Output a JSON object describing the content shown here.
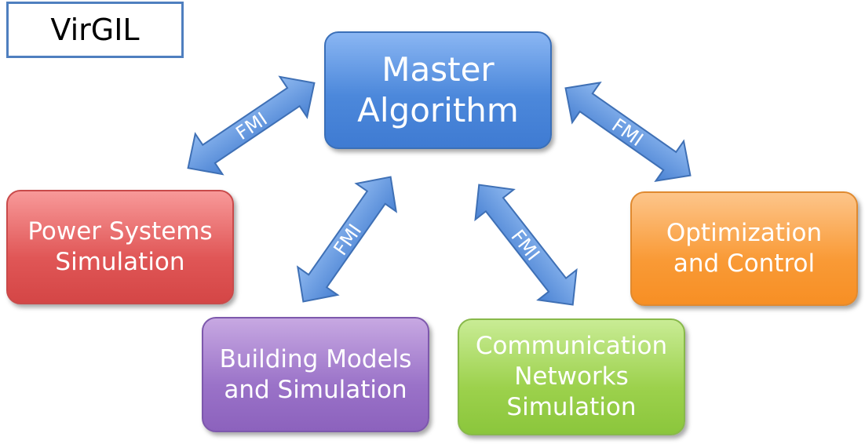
{
  "title": "VirGIL",
  "nodes": {
    "master": "Master\nAlgorithm",
    "power": "Power Systems\nSimulation",
    "building": "Building Models\nand Simulation",
    "comm": "Communication\nNetworks\nSimulation",
    "optim": "Optimization\nand Control"
  },
  "arrow_label": "FMI",
  "colors": {
    "master": "#4c88db",
    "power": "#e05656",
    "building": "#9a72c8",
    "comm": "#9cd14c",
    "optim": "#f99a36",
    "arrow": "#5c92dc"
  }
}
